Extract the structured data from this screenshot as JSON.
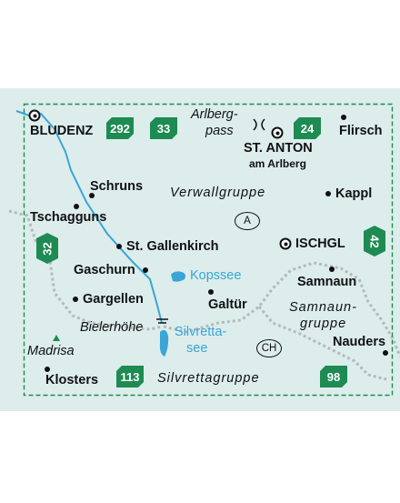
{
  "towns": {
    "bludenz": "BLUDENZ",
    "st_anton": "ST. ANTON",
    "st_anton_sub": "am Arlberg",
    "flirsch": "Flirsch",
    "schruns": "Schruns",
    "tschagguns": "Tschagguns",
    "kappl": "Kappl",
    "st_gallenkirch": "St. Gallenkirch",
    "ischgl": "ISCHGL",
    "gaschurn": "Gaschurn",
    "samnaun": "Samnaun",
    "gargellen": "Gargellen",
    "galtuer": "Galtür",
    "nauders": "Nauders",
    "klosters": "Klosters"
  },
  "regions": {
    "verwallgruppe": "Verwallgruppe",
    "samnaungruppe_1": "Samnaun-",
    "samnaungruppe_2": "gruppe",
    "silvrettagruppe": "Silvrettagruppe"
  },
  "features": {
    "arlbergpass_1": "Arlberg-",
    "arlbergpass_2": "pass",
    "bielerhoehe": "Bielerhöhe",
    "madrisa": "Madrisa",
    "kopssee": "Kopssee",
    "silvrettasee_1": "Silvretta-",
    "silvrettasee_2": "see"
  },
  "shields": {
    "s292": "292",
    "s33": "33",
    "s24": "24",
    "s32": "32",
    "s42": "42",
    "s113": "113",
    "s98": "98"
  },
  "country_codes": {
    "a": "A",
    "ch": "CH"
  },
  "colors": {
    "map_background": "#dcedec",
    "shield_green": "#1d8b52",
    "water_blue": "#3aa5d6",
    "border_grey": "#b0b5b5",
    "frame_green": "#1d8b52"
  }
}
